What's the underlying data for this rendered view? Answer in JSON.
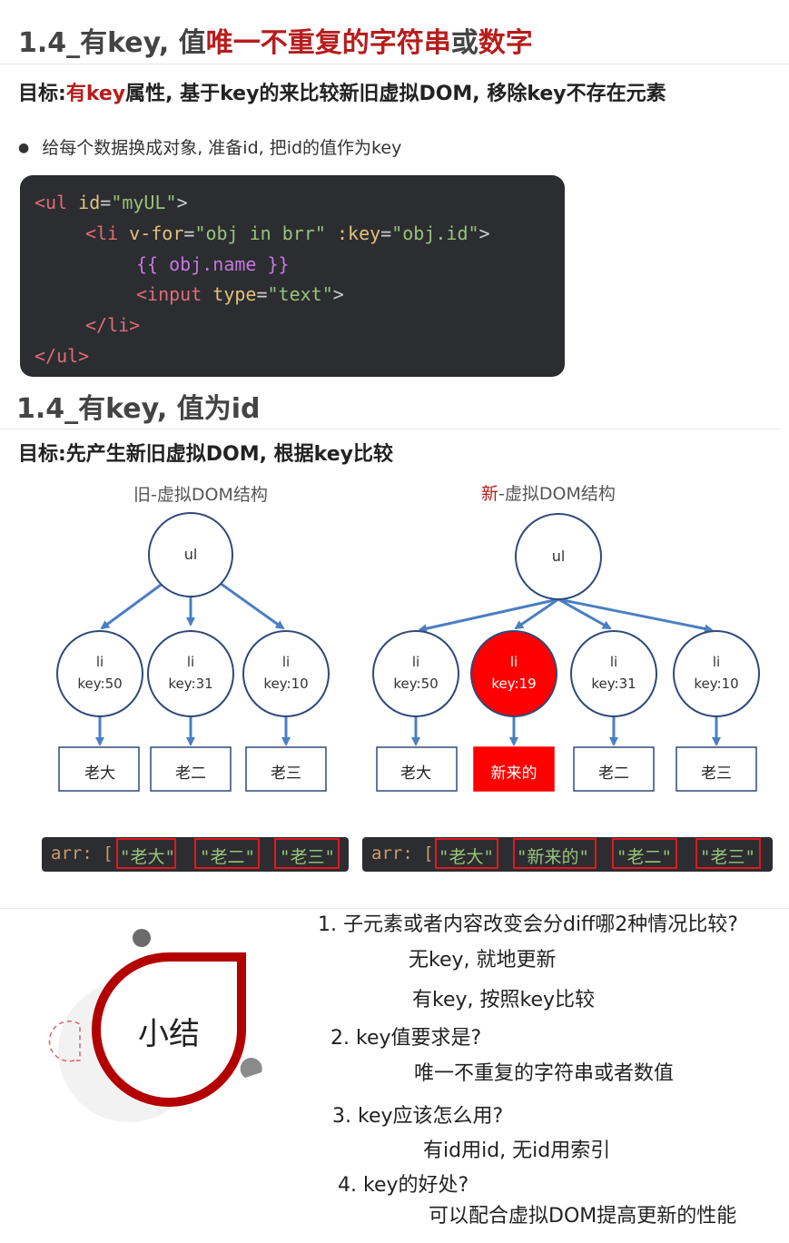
{
  "section1": {
    "title_prefix": "1.4_有key, 值",
    "title_red1": "唯一不重复的",
    "title_red2": "字符串",
    "title_mid": "或",
    "title_red3": "数字",
    "goal_label": "目标:",
    "goal_red": "有key",
    "goal_rest": "属性, 基于key的来比较新旧虚拟DOM, 移除key不存在元素",
    "bullet": "给每个数据换成对象, 准备id, 把id的值作为key"
  },
  "code": {
    "l1_tag_open": "<ul",
    "l1_attr": "id",
    "l1_eq": "=",
    "l1_val": "\"myUL\"",
    "l1_close": ">",
    "l2_tag_open": "<li",
    "l2_attr": "v-for",
    "l2_eq": "=",
    "l2_val": "\"obj in brr\"",
    "l2_attr2": ":key",
    "l2_val2": "\"obj.id\"",
    "l2_close": ">",
    "l3": "{{ obj.name }}",
    "l4_tag_open": "<input",
    "l4_attr": "type",
    "l4_eq": "=",
    "l4_val": "\"text\"",
    "l4_close": ">",
    "l5": "</li>",
    "l6": "</ul>"
  },
  "section2": {
    "title": "1.4_有key, 值为id",
    "goal": "目标:先产生新旧虚拟DOM, 根据key比较"
  },
  "old_tree": {
    "title": "旧-虚拟DOM结构",
    "root": "ul",
    "nodes": [
      {
        "label": "li",
        "key": "key:50"
      },
      {
        "label": "li",
        "key": "key:31"
      },
      {
        "label": "li",
        "key": "key:10"
      }
    ],
    "leaves": [
      "老大",
      "老二",
      "老三"
    ],
    "arr_prefix": "arr: [",
    "arr_items": [
      "\"老大\"",
      "\"老二\"",
      "\"老三\""
    ],
    "arr_suffix": "]"
  },
  "new_tree": {
    "title_red": "新",
    "title_rest": "-虚拟DOM结构",
    "root": "ul",
    "nodes": [
      {
        "label": "li",
        "key": "key:50"
      },
      {
        "label": "li",
        "key": "key:19"
      },
      {
        "label": "li",
        "key": "key:31"
      },
      {
        "label": "li",
        "key": "key:10"
      }
    ],
    "leaves": [
      "老大",
      "新来的",
      "老二",
      "老三"
    ],
    "arr_prefix": "arr: [",
    "arr_items": [
      "\"老大\"",
      "\"新来的\"",
      "\"老二\"",
      "\"老三\""
    ],
    "arr_suffix": "]"
  },
  "summary": {
    "badge": "小结",
    "q1": "1. 子元素或者内容改变会分diff哪2种情况比较?",
    "a1a": "无key, 就地更新",
    "a1b": "有key, 按照key比较",
    "q2": "2. key值要求是?",
    "a2": "唯一不重复的字符串或者数值",
    "q3": "3. key应该怎么用?",
    "a3": "有id用id, 无id用索引",
    "q4": "4. key的好处?",
    "a4": "可以配合虚拟DOM提高更新的性能"
  },
  "colors": {
    "accent_red": "#b71c1c",
    "highlight_red": "#ff0000",
    "node_stroke": "#2e4a7a",
    "arrow_blue": "#4a7fc1"
  }
}
